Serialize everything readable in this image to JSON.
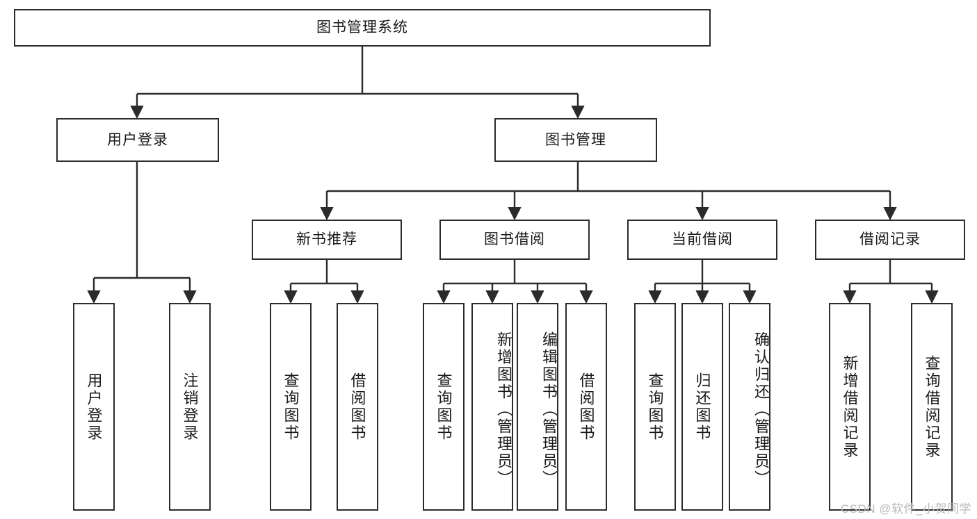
{
  "diagram": {
    "title": "图书管理系统",
    "type": "hierarchy-tree",
    "orientation": "top-down",
    "colors": {
      "stroke": "#2b2b2b",
      "fill": "#ffffff",
      "text": "#1a1a1a",
      "watermark": "#b9b9b9"
    },
    "levels": {
      "root": {
        "label": "图书管理系统"
      },
      "level2": [
        {
          "label": "用户登录"
        },
        {
          "label": "图书管理"
        }
      ],
      "level3": [
        {
          "label": "新书推荐"
        },
        {
          "label": "图书借阅"
        },
        {
          "label": "当前借阅"
        },
        {
          "label": "借阅记录"
        }
      ],
      "leaves": {
        "user_login": [
          {
            "label": "用户登录"
          },
          {
            "label": "注销登录"
          }
        ],
        "new_book_recommend": [
          {
            "label": "查询图书"
          },
          {
            "label": "借阅图书"
          }
        ],
        "book_borrow": [
          {
            "label": "查询图书"
          },
          {
            "label": "新增图书（管理员）"
          },
          {
            "label": "编辑图书（管理员）"
          },
          {
            "label": "借阅图书"
          }
        ],
        "current_borrow": [
          {
            "label": "查询图书"
          },
          {
            "label": "归还图书"
          },
          {
            "label": "确认归还（管理员）"
          }
        ],
        "borrow_record": [
          {
            "label": "新增借阅记录"
          },
          {
            "label": "查询借阅记录"
          }
        ]
      }
    },
    "watermark": "CSDN @软件_小贺同学"
  }
}
